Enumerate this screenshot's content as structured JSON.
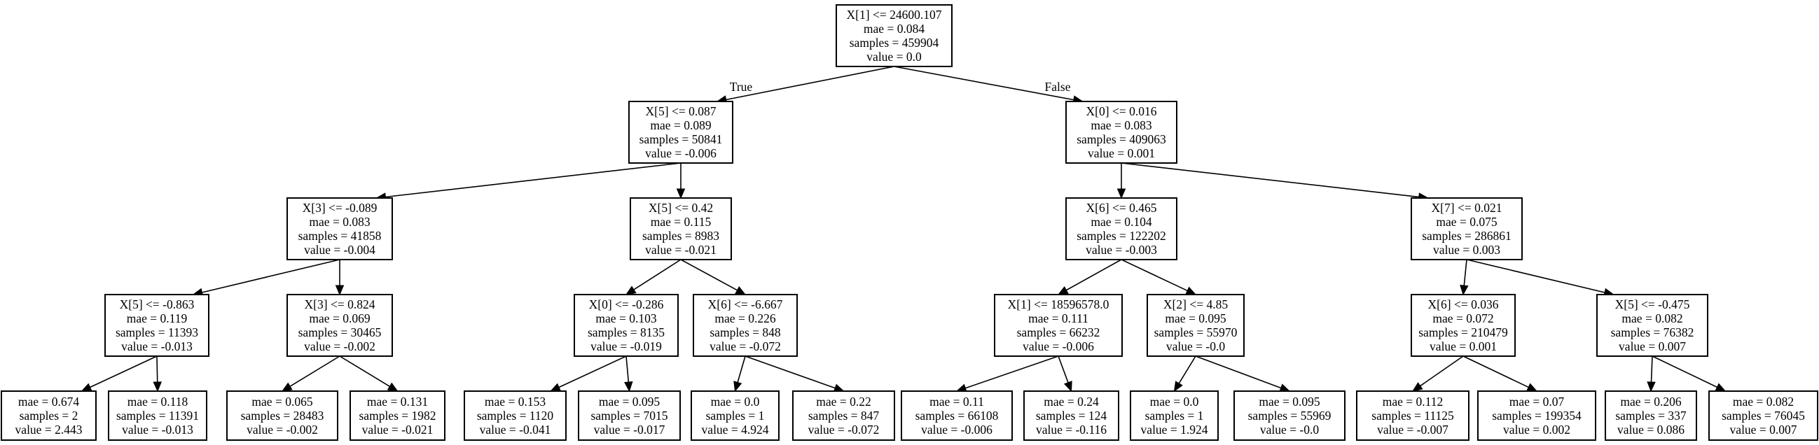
{
  "tree": {
    "nodes": [
      {
        "id": "n0",
        "lines": [
          "X[1] <= 24600.107",
          "mae = 0.084",
          "samples = 459904",
          "value = 0.0"
        ]
      },
      {
        "id": "n1",
        "lines": [
          "X[5] <= 0.087",
          "mae = 0.089",
          "samples = 50841",
          "value = -0.006"
        ]
      },
      {
        "id": "n2",
        "lines": [
          "X[0] <= 0.016",
          "mae = 0.083",
          "samples = 409063",
          "value = 0.001"
        ]
      },
      {
        "id": "n3",
        "lines": [
          "X[3] <= -0.089",
          "mae = 0.083",
          "samples = 41858",
          "value = -0.004"
        ]
      },
      {
        "id": "n4",
        "lines": [
          "X[5] <= 0.42",
          "mae = 0.115",
          "samples = 8983",
          "value = -0.021"
        ]
      },
      {
        "id": "n5",
        "lines": [
          "X[6] <= 0.465",
          "mae = 0.104",
          "samples = 122202",
          "value = -0.003"
        ]
      },
      {
        "id": "n6",
        "lines": [
          "X[7] <= 0.021",
          "mae = 0.075",
          "samples = 286861",
          "value = 0.003"
        ]
      },
      {
        "id": "n7",
        "lines": [
          "X[5] <= -0.863",
          "mae = 0.119",
          "samples = 11393",
          "value = -0.013"
        ]
      },
      {
        "id": "n8",
        "lines": [
          "X[3] <= 0.824",
          "mae = 0.069",
          "samples = 30465",
          "value = -0.002"
        ]
      },
      {
        "id": "n9",
        "lines": [
          "X[0] <= -0.286",
          "mae = 0.103",
          "samples = 8135",
          "value = -0.019"
        ]
      },
      {
        "id": "n10",
        "lines": [
          "X[6] <= -6.667",
          "mae = 0.226",
          "samples = 848",
          "value = -0.072"
        ]
      },
      {
        "id": "n11",
        "lines": [
          "X[1] <= 18596578.0",
          "mae = 0.111",
          "samples = 66232",
          "value = -0.006"
        ]
      },
      {
        "id": "n12",
        "lines": [
          "X[2] <= 4.85",
          "mae = 0.095",
          "samples = 55970",
          "value = -0.0"
        ]
      },
      {
        "id": "n13",
        "lines": [
          "X[6] <= 0.036",
          "mae = 0.072",
          "samples = 210479",
          "value = 0.001"
        ]
      },
      {
        "id": "n14",
        "lines": [
          "X[5] <= -0.475",
          "mae = 0.082",
          "samples = 76382",
          "value = 0.007"
        ]
      },
      {
        "id": "n15",
        "lines": [
          "mae = 0.674",
          "samples = 2",
          "value = 2.443"
        ]
      },
      {
        "id": "n16",
        "lines": [
          "mae = 0.118",
          "samples = 11391",
          "value = -0.013"
        ]
      },
      {
        "id": "n17",
        "lines": [
          "mae = 0.065",
          "samples = 28483",
          "value = -0.002"
        ]
      },
      {
        "id": "n18",
        "lines": [
          "mae = 0.131",
          "samples = 1982",
          "value = -0.021"
        ]
      },
      {
        "id": "n19",
        "lines": [
          "mae = 0.153",
          "samples = 1120",
          "value = -0.041"
        ]
      },
      {
        "id": "n20",
        "lines": [
          "mae = 0.095",
          "samples = 7015",
          "value = -0.017"
        ]
      },
      {
        "id": "n21",
        "lines": [
          "mae = 0.0",
          "samples = 1",
          "value = 4.924"
        ]
      },
      {
        "id": "n22",
        "lines": [
          "mae = 0.22",
          "samples = 847",
          "value = -0.072"
        ]
      },
      {
        "id": "n23",
        "lines": [
          "mae = 0.11",
          "samples = 66108",
          "value = -0.006"
        ]
      },
      {
        "id": "n24",
        "lines": [
          "mae = 0.24",
          "samples = 124",
          "value = -0.116"
        ]
      },
      {
        "id": "n25",
        "lines": [
          "mae = 0.0",
          "samples = 1",
          "value = 1.924"
        ]
      },
      {
        "id": "n26",
        "lines": [
          "mae = 0.095",
          "samples = 55969",
          "value = -0.0"
        ]
      },
      {
        "id": "n27",
        "lines": [
          "mae = 0.112",
          "samples = 11125",
          "value = -0.007"
        ]
      },
      {
        "id": "n28",
        "lines": [
          "mae = 0.07",
          "samples = 199354",
          "value = 0.002"
        ]
      },
      {
        "id": "n29",
        "lines": [
          "mae = 0.206",
          "samples = 337",
          "value = 0.086"
        ]
      },
      {
        "id": "n30",
        "lines": [
          "mae = 0.082",
          "samples = 76045",
          "value = 0.007"
        ]
      }
    ],
    "edges": [
      {
        "from": "n0",
        "to": "n1",
        "label": "True"
      },
      {
        "from": "n0",
        "to": "n2",
        "label": "False"
      },
      {
        "from": "n1",
        "to": "n3"
      },
      {
        "from": "n1",
        "to": "n4"
      },
      {
        "from": "n2",
        "to": "n5"
      },
      {
        "from": "n2",
        "to": "n6"
      },
      {
        "from": "n3",
        "to": "n7"
      },
      {
        "from": "n3",
        "to": "n8"
      },
      {
        "from": "n4",
        "to": "n9"
      },
      {
        "from": "n4",
        "to": "n10"
      },
      {
        "from": "n5",
        "to": "n11"
      },
      {
        "from": "n5",
        "to": "n12"
      },
      {
        "from": "n6",
        "to": "n13"
      },
      {
        "from": "n6",
        "to": "n14"
      },
      {
        "from": "n7",
        "to": "n15"
      },
      {
        "from": "n7",
        "to": "n16"
      },
      {
        "from": "n8",
        "to": "n17"
      },
      {
        "from": "n8",
        "to": "n18"
      },
      {
        "from": "n9",
        "to": "n19"
      },
      {
        "from": "n9",
        "to": "n20"
      },
      {
        "from": "n10",
        "to": "n21"
      },
      {
        "from": "n10",
        "to": "n22"
      },
      {
        "from": "n11",
        "to": "n23"
      },
      {
        "from": "n11",
        "to": "n24"
      },
      {
        "from": "n12",
        "to": "n25"
      },
      {
        "from": "n12",
        "to": "n26"
      },
      {
        "from": "n13",
        "to": "n27"
      },
      {
        "from": "n13",
        "to": "n28"
      },
      {
        "from": "n14",
        "to": "n29"
      },
      {
        "from": "n14",
        "to": "n30"
      }
    ]
  }
}
